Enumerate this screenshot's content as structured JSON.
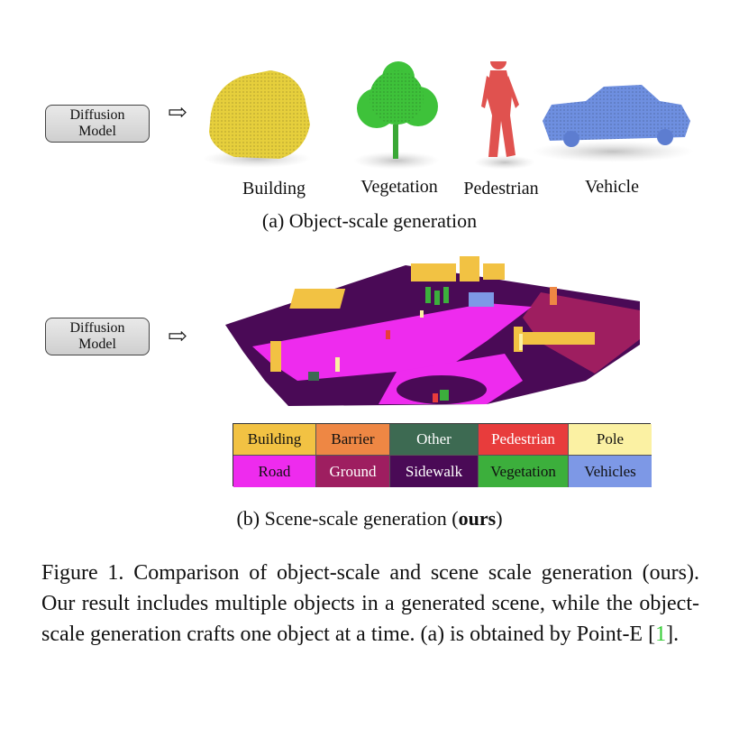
{
  "top": {
    "model_line1": "Diffusion",
    "model_line2": "Model",
    "objects": [
      {
        "label": "Building",
        "color": "#e6cf3c"
      },
      {
        "label": "Vegetation",
        "color": "#3ec23a"
      },
      {
        "label": "Pedestrian",
        "color": "#e0524f"
      },
      {
        "label": "Vehicle",
        "color": "#6e8fe0"
      }
    ],
    "caption": "(a) Object-scale generation"
  },
  "bottom": {
    "model_line1": "Diffusion",
    "model_line2": "Model",
    "caption_prefix": "(b) Scene-scale generation (",
    "caption_bold": "ours",
    "caption_suffix": ")"
  },
  "legend": [
    {
      "label": "Building",
      "bg": "#f2c243",
      "fg": "#111111"
    },
    {
      "label": "Barrier",
      "bg": "#ee8744",
      "fg": "#111111"
    },
    {
      "label": "Other",
      "bg": "#3d6a52",
      "fg": "#ffffff"
    },
    {
      "label": "Pedestrian",
      "bg": "#e83c3c",
      "fg": "#ffffff"
    },
    {
      "label": "Pole",
      "bg": "#fbf1a3",
      "fg": "#111111"
    },
    {
      "label": "Road",
      "bg": "#ee2bee",
      "fg": "#111111"
    },
    {
      "label": "Ground",
      "bg": "#9e1e60",
      "fg": "#ffffff"
    },
    {
      "label": "Sidewalk",
      "bg": "#4a0a56",
      "fg": "#ffffff"
    },
    {
      "label": "Vegetation",
      "bg": "#3caf3c",
      "fg": "#111111"
    },
    {
      "label": "Vehicles",
      "bg": "#7d98e6",
      "fg": "#111111"
    }
  ],
  "figure_caption": {
    "text": "Figure 1. Comparison of object-scale and scene scale generation (ours). Our result includes multiple objects in a generated scene, while the object-scale generation crafts one object at a time. (a) is obtained by Point-E [",
    "ref": "1",
    "end": "]."
  }
}
